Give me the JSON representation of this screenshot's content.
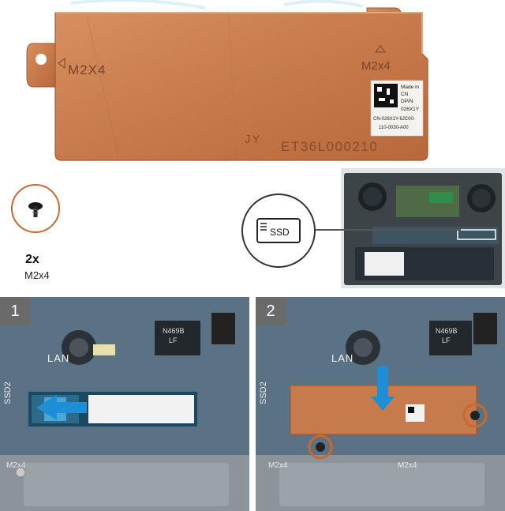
{
  "shield": {
    "marking_left": "M2X4",
    "marking_right": "M2x4",
    "serial": "ET36L000210",
    "code_prefix": "JY",
    "label_line1": "Made in",
    "label_line2": "CN",
    "label_line3": "DP/N",
    "label_line4": "026X1Y",
    "label_line5": "CN-026X1Y-6JC00-",
    "label_line6": "110-0030-A00"
  },
  "screws": {
    "count": "2x",
    "size": "M2x4"
  },
  "callout": {
    "label": "SSD"
  },
  "steps": [
    {
      "number": "1",
      "lan": "LAN",
      "slot": "SSD2",
      "screw_mark": "M2x4",
      "chip": "N469B",
      "chip2": "LF"
    },
    {
      "number": "2",
      "lan": "LAN",
      "slot": "SSD2",
      "screw_mark_left": "M2x4",
      "screw_mark_right": "M2x4",
      "chip": "N469B",
      "chip2": "LF"
    }
  ],
  "colors": {
    "copper": "#c77a4c",
    "copper_dark": "#a45a2f",
    "board": "#5e7384",
    "accent_blue": "#1e8fd6",
    "screw_ring": "#c8692e"
  }
}
